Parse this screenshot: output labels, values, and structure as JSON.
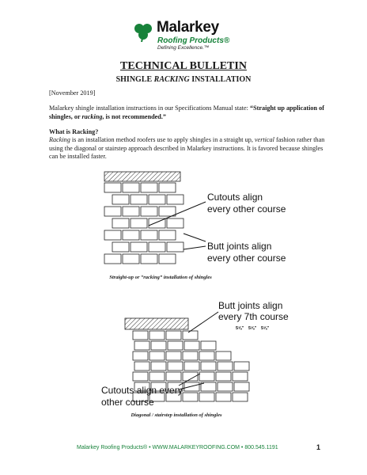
{
  "logo": {
    "name": "Malarkey",
    "sub": "Roofing Products®",
    "tagline": "Defining Excellence.™"
  },
  "header": {
    "title": "TECHNICAL BULLETIN",
    "subtitle_pre": "SHINGLE ",
    "subtitle_em": "RACKING",
    "subtitle_post": " INSTALLATION"
  },
  "body": {
    "date": "[November 2019]",
    "intro": "Malarkey shingle installation instructions in our Specifications Manual state: ",
    "intro_bold_1": "“Straight up application of shingles, or ",
    "intro_bold_em": "racking",
    "intro_bold_2": ", is not recommended.”",
    "heading": "What is Racking?",
    "def_em": "Racking",
    "def_1": " is an installation method roofers use to apply shingles in a straight up, ",
    "def_em2": "vertical",
    "def_2": " fashion rather than using the diagonal or stairstep approach described in Malarkey instructions. It is favored because shingles can be installed faster."
  },
  "figure1": {
    "label_cutouts_1": "Cutouts align",
    "label_cutouts_2": "every other course",
    "label_butt_1": "Butt joints align",
    "label_butt_2": "every other course",
    "caption": "Straight-up or “racking” installation of shingles"
  },
  "figure2": {
    "label_butt_1": "Butt joints align",
    "label_butt_2": "every 7th course",
    "dims": [
      "5⅝\"",
      "5⅝\"",
      "5⅝\""
    ],
    "label_cutouts_1": "Cutouts align every",
    "label_cutouts_2": "other course",
    "caption": "Diagonal / stairstep installation of shingles"
  },
  "footer": {
    "text": "Malarkey Roofing Products® • WWW.MALARKEYROOFING.COM • 800.545.1191",
    "page": "1"
  },
  "colors": {
    "brand_green": "#17823a"
  }
}
